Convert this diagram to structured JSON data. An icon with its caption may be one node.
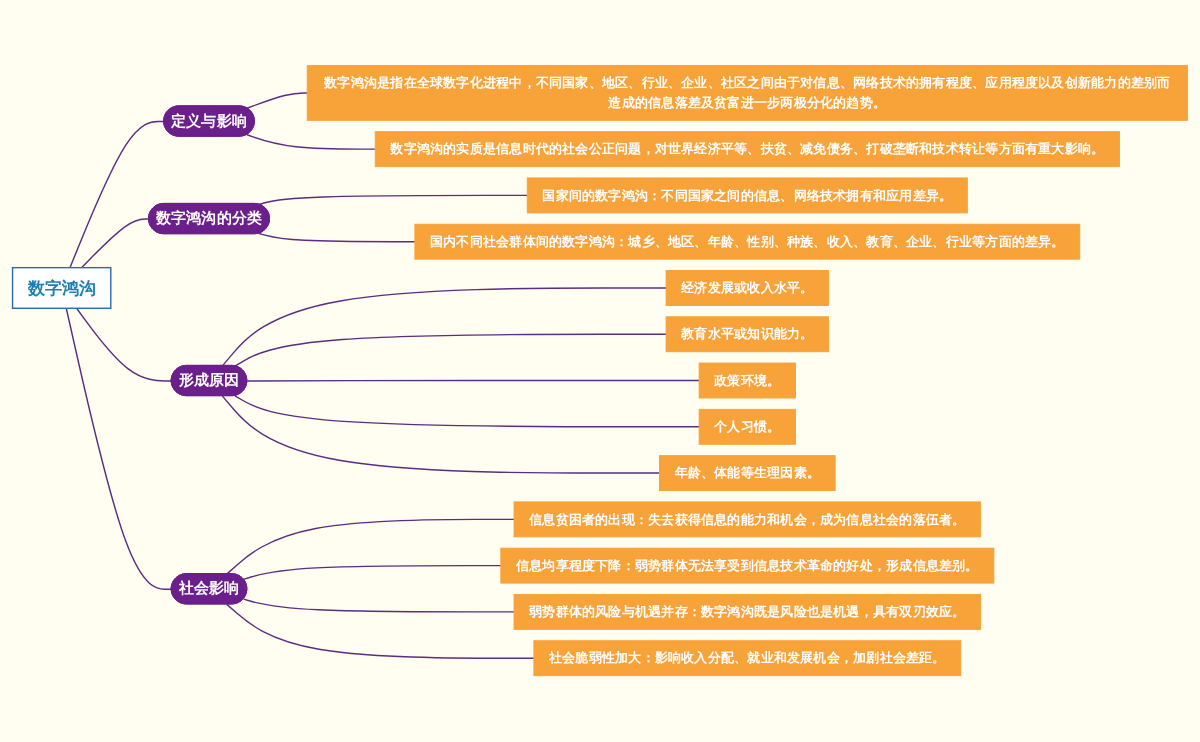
{
  "diagram": {
    "nodes": [
      {
        "text": [
          "数字鸿沟"
        ]
      },
      {
        "text": [
          "定义与影响"
        ]
      },
      {
        "text": [
          "数字鸿沟是指在全球数字化进程中，不同国家、地区、行业、企业、社区之间由于对信息、网络技术的拥有程度、应用程度以及创新能力的差别而造成的信息落差及贫富进一步两极分化的趋势。"
        ]
      },
      {
        "text": [
          "数字鸿沟的实质是信息时代的社会公正问题，对世界经济平等、扶贫、减免债务、打破垄断和技术转让等方面有重大影响。"
        ]
      },
      {
        "text": [
          "数字鸿沟的分类"
        ]
      },
      {
        "text": [
          "国家间的数字鸿沟：不同国家之间的信息、网络技术拥有和应用差异。"
        ]
      },
      {
        "text": [
          "国内不同社会群体间的数字鸿沟：城乡、地区、年龄、性别、种族、收入、教育、企业、行业等方面的差异。"
        ]
      },
      {
        "text": [
          "形成原因"
        ]
      },
      {
        "text": [
          "经济发展或收入水平。"
        ]
      },
      {
        "text": [
          "教育水平或知识能力。"
        ]
      },
      {
        "text": [
          "政策环境。"
        ]
      },
      {
        "text": [
          "个人习惯。"
        ]
      },
      {
        "text": [
          "年龄、体能等生理因素。"
        ]
      },
      {
        "text": [
          "社会影响"
        ]
      },
      {
        "text": [
          "信息贫困者的出现：失去获得信息的能力和机会，成为信息社会的落伍者。"
        ]
      },
      {
        "text": [
          "信息均享程度下降：弱势群体无法享受到信息技术革命的好处，形成信息差别。"
        ]
      },
      {
        "text": [
          "弱势群体的风险与机遇并存：数字鸿沟既是风险也是机遇，具有双刃效应。"
        ]
      },
      {
        "text": [
          "社会脆弱性加大：影响收入分配、就业和发展机会，加剧社会差距。"
        ]
      }
    ],
    "edges": [
      {
        "from": 0,
        "to": 1,
        "arrow": "none"
      },
      {
        "from": 1,
        "to": 2,
        "arrow": "none"
      },
      {
        "from": 1,
        "to": 3,
        "arrow": "none"
      },
      {
        "from": 0,
        "to": 4,
        "arrow": "none"
      },
      {
        "from": 4,
        "to": 5,
        "arrow": "none"
      },
      {
        "from": 4,
        "to": 6,
        "arrow": "none"
      },
      {
        "from": 0,
        "to": 7,
        "arrow": "none"
      },
      {
        "from": 7,
        "to": 8,
        "arrow": "none"
      },
      {
        "from": 7,
        "to": 9,
        "arrow": "none"
      },
      {
        "from": 7,
        "to": 10,
        "arrow": "none"
      },
      {
        "from": 7,
        "to": 11,
        "arrow": "none"
      },
      {
        "from": 7,
        "to": 12,
        "arrow": "none"
      },
      {
        "from": 0,
        "to": 13,
        "arrow": "none"
      },
      {
        "from": 13,
        "to": 14,
        "arrow": "none"
      },
      {
        "from": 13,
        "to": 15,
        "arrow": "none"
      },
      {
        "from": 13,
        "to": 16,
        "arrow": "none"
      },
      {
        "from": 13,
        "to": 17,
        "arrow": "none"
      }
    ]
  }
}
